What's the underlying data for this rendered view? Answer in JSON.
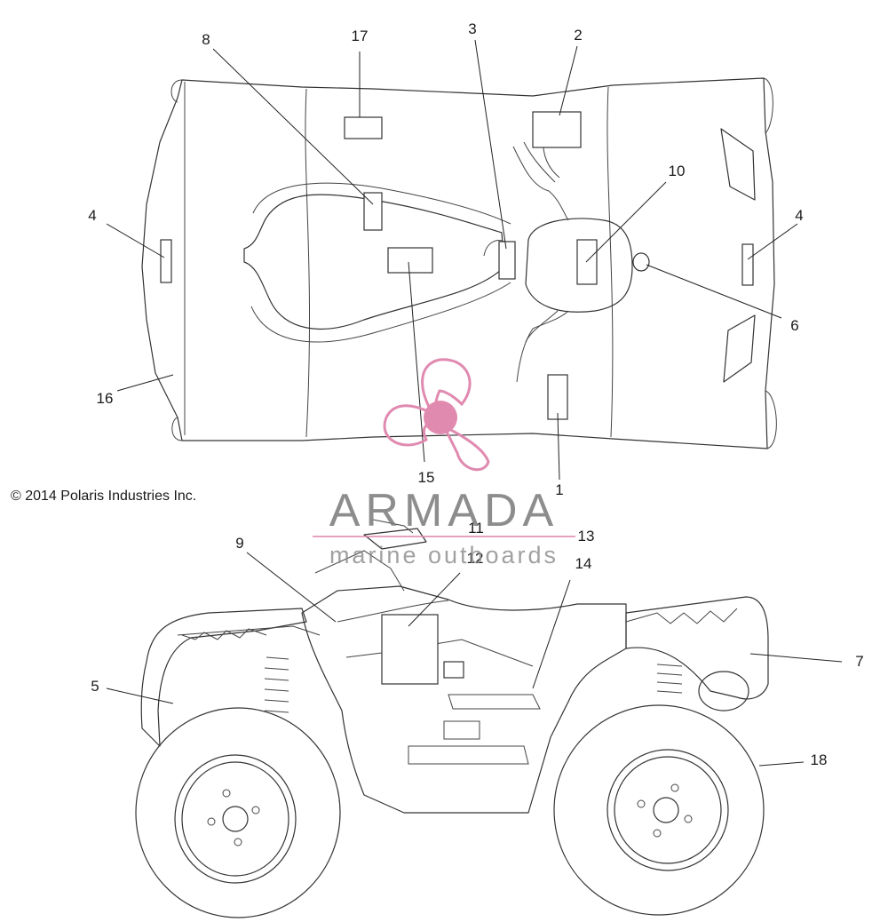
{
  "copyright": "© 2014 Polaris Industries Inc.",
  "watermark": {
    "brand": "ARMADA",
    "subtitle": "marine outboards",
    "color": "#e08ab0"
  },
  "callouts": {
    "c1": "1",
    "c2": "2",
    "c3": "3",
    "c4_left": "4",
    "c4_right": "4",
    "c5": "5",
    "c6": "6",
    "c7": "7",
    "c8": "8",
    "c9": "9",
    "c10": "10",
    "c11": "11",
    "c12": "12",
    "c13": "13",
    "c14": "14",
    "c15": "15",
    "c16": "16",
    "c17": "17",
    "c18": "18"
  }
}
